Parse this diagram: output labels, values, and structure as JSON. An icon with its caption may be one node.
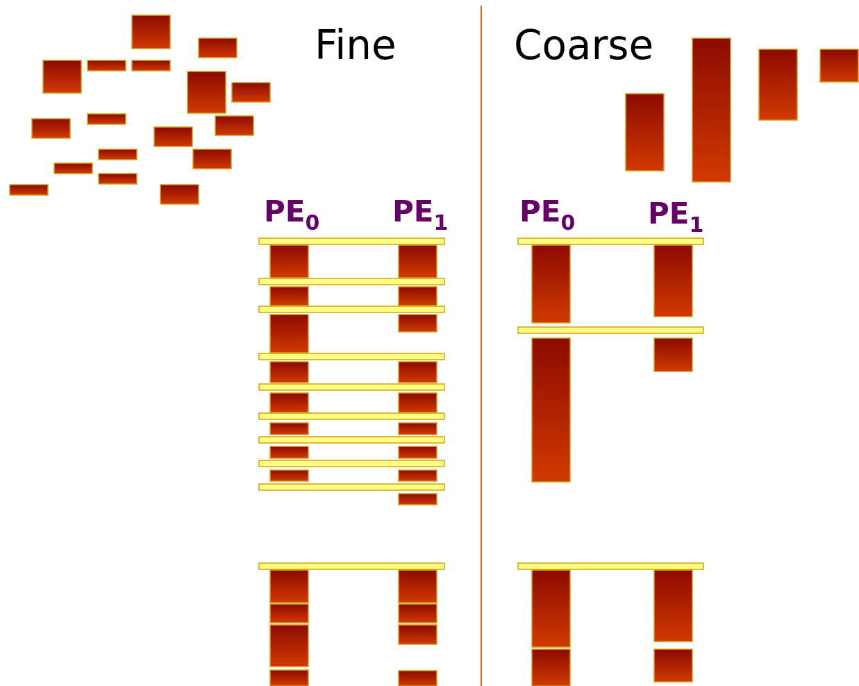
{
  "diagram": {
    "labels": [
      "Fine",
      "Coarse",
      "PE$_{0}$",
      "PE$_{1}$",
      "PE$_{0}$",
      "PE$_{1}$"
    ]
  }
}
